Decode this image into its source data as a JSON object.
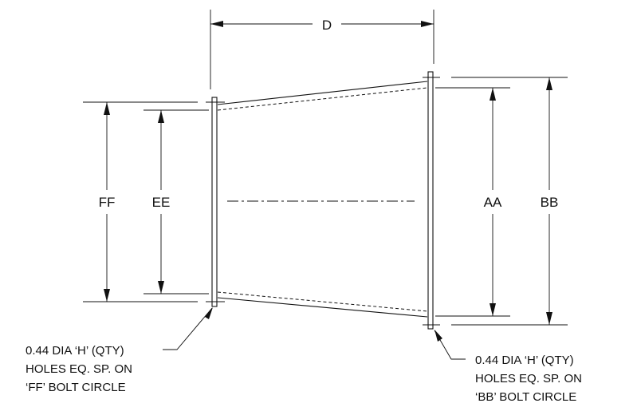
{
  "dimensions": {
    "d": "D",
    "ff": "FF",
    "ee": "EE",
    "aa": "AA",
    "bb": "BB"
  },
  "notes": {
    "left": {
      "line1": "0.44 DIA ‘H’ (QTY)",
      "line2": "HOLES EQ. SP. ON",
      "line3": "‘FF’ BOLT CIRCLE"
    },
    "right": {
      "line1": "0.44 DIA ‘H’ (QTY)",
      "line2": "HOLES EQ. SP. ON",
      "line3": "‘BB’ BOLT CIRCLE"
    }
  }
}
